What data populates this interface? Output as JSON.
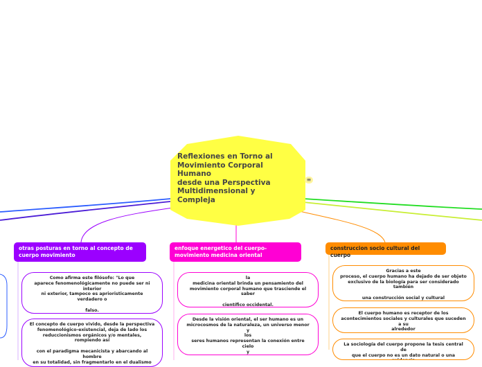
{
  "central": {
    "title": "Reflexiones en Torno al\nMovimiento Corporal\nHumano\ndesde una Perspectiva\nMultidimensional y\nCompleja",
    "note_icon": "notes-icon",
    "color": "#ffff44"
  },
  "topics": [
    {
      "label": "otras posturas en torno al concepto de cuerpo movimiento",
      "color": "#9b00ff",
      "leaves": [
        "Como afirma este filósofo: \"Lo que\naparece fenomenológicamente no puede ser ni\ninterior\nni exterior, tampoco es aprioristicamente\nverdadero o\n\nfalso.",
        "El concepto de cuerpo vivido, desde la perspectiva\nfenomenológico-existencial, deja de lado los\nreduccionismos orgánicos y/o mentales,\nrompiendo así\n\ncon el paradigma mecanicista y abarcando al\nhombre\nen su totalidad, sin fragmentarlo en el dualismo"
      ]
    },
    {
      "label": "enfoque energetico del cuerpo-movimiento medicina oriental",
      "color": "#ff00d4",
      "leaves": [
        "la\nmedicina oriental brinda un pensamiento del\nmovimiento corporal humano que trasciende el\nsaber\n\ncientífico occidental.",
        "Desde la visión oriental, el ser humano es un\nmicrocosmos de la naturaleza, un universo menor y\nlos\nseres humanos representan la conexión entre cielo\ny\n\ntierra"
      ]
    },
    {
      "label": "construccion socio cultural del cuerpo",
      "color": "#ff8c00",
      "leaves": [
        "Gracias a este\nproceso, el cuerpo humano ha dejado de ser objeto\nexclusivo de la biología para ser considerado\ntambién\n\nuna construcción social y cultural",
        "El cuerpo humano es receptor de los\nacontecimientos sociales y culturales que suceden\na su\nalrededor",
        "La sociología del cuerpo propone la tesis central de\nque el cuerpo no es un dato natural o una evidencia\ninmediata"
      ]
    }
  ]
}
